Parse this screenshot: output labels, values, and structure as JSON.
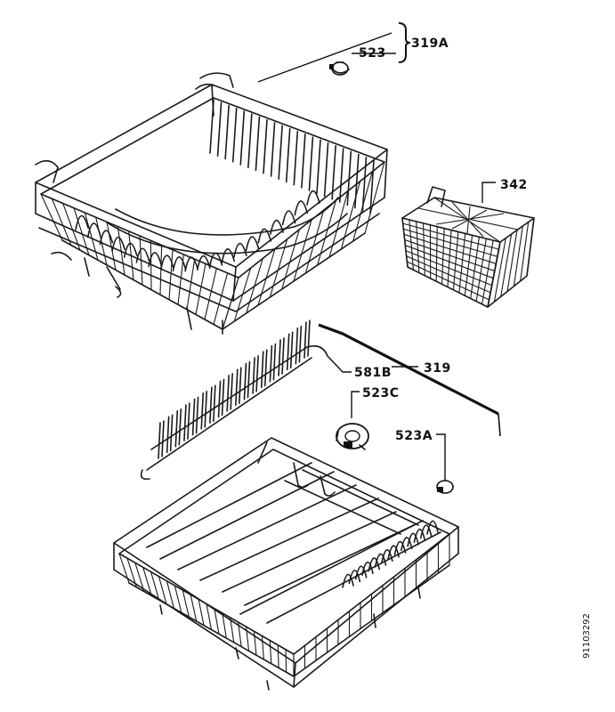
{
  "labels": {
    "l319A": "319A",
    "l523": "523",
    "l342": "342",
    "l581B": "581B",
    "l319": "319",
    "l523C": "523C",
    "l523A": "523A"
  },
  "drawing_code": "91103292"
}
